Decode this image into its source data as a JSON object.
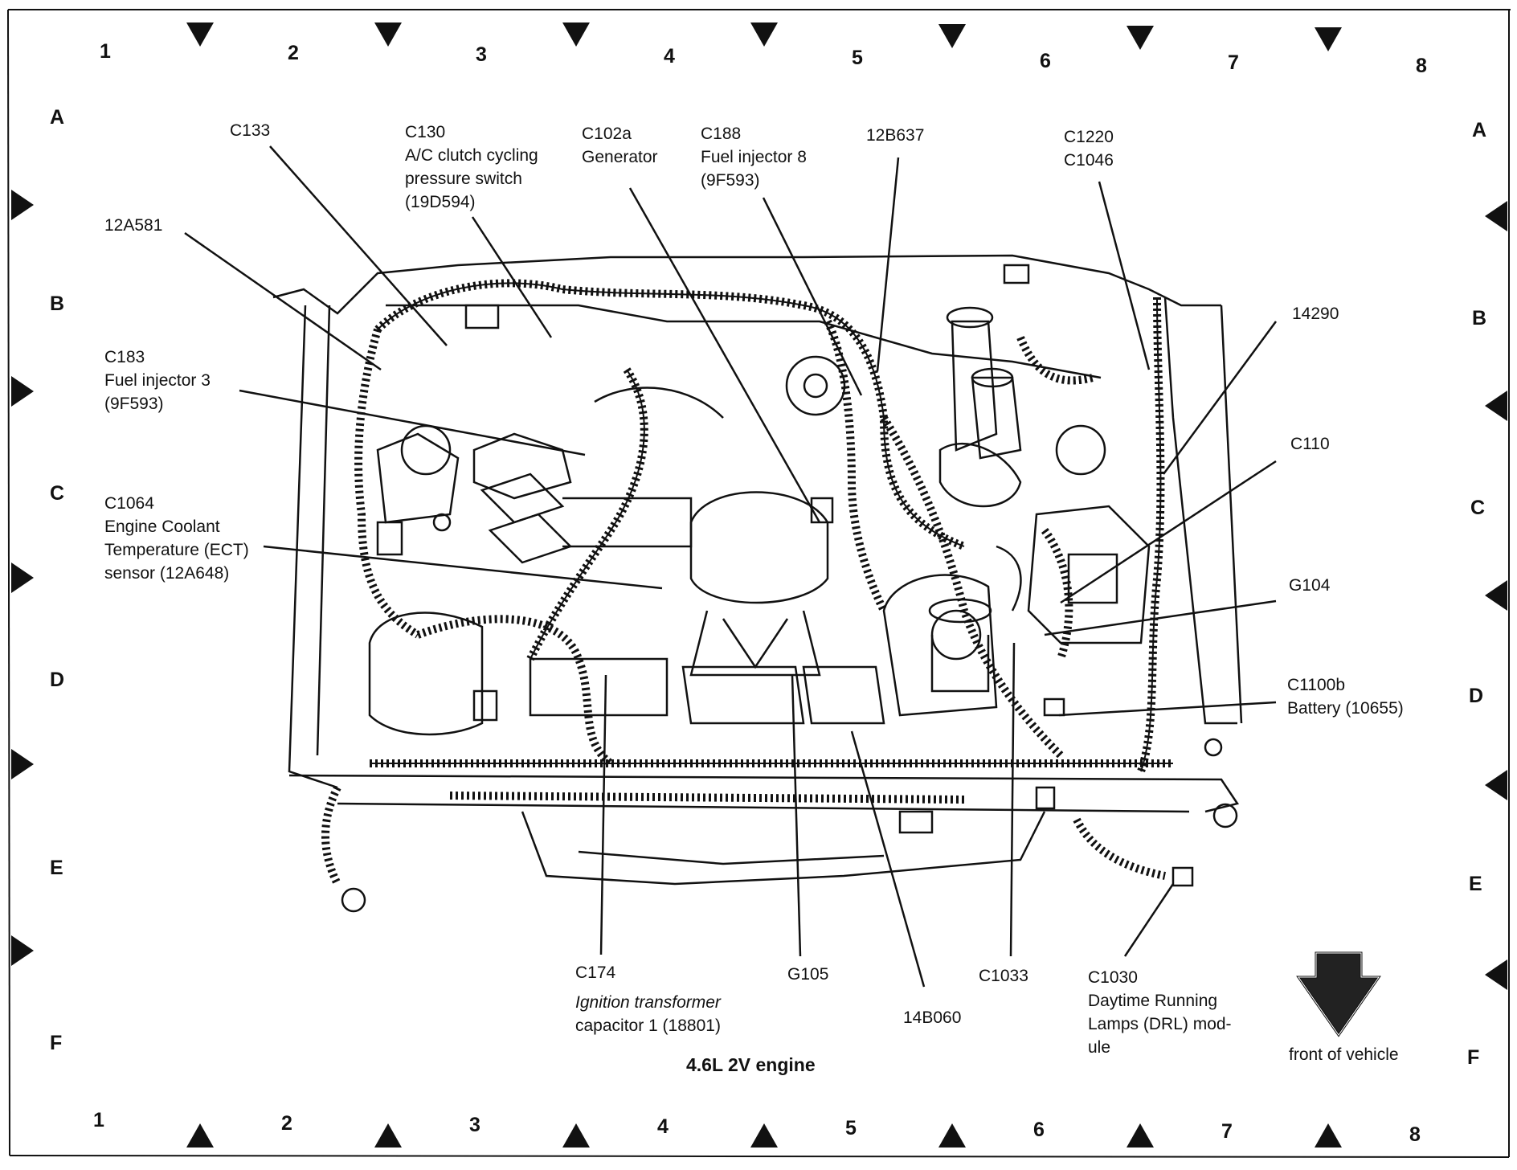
{
  "grid": {
    "columns": [
      "1",
      "2",
      "3",
      "4",
      "5",
      "6",
      "7",
      "8"
    ],
    "rows": [
      "A",
      "B",
      "C",
      "D",
      "E",
      "F"
    ]
  },
  "labels": {
    "c133": [
      "C133"
    ],
    "c130": [
      "C130",
      "A/C clutch cycling",
      "pressure switch",
      "(19D594)"
    ],
    "c102a": [
      "C102a",
      "Generator"
    ],
    "c188": [
      "C188",
      "Fuel injector 8",
      "(9F593)"
    ],
    "b637": [
      "12B637"
    ],
    "c1220": [
      "C1220",
      "C1046"
    ],
    "a581": [
      "12A581"
    ],
    "c183": [
      "C183",
      "Fuel injector 3",
      "(9F593)"
    ],
    "c1064": [
      "C1064",
      "Engine Coolant",
      "Temperature (ECT)",
      "sensor (12A648)"
    ],
    "n14290": [
      "14290"
    ],
    "c110": [
      "C110"
    ],
    "g104": [
      "G104"
    ],
    "c1100b": [
      "C1100b",
      "Battery (10655)"
    ],
    "c174": [
      "C174",
      "",
      "Ignition transformer",
      "capacitor 1 (18801)"
    ],
    "g105": [
      "G105"
    ],
    "b060": [
      "14B060"
    ],
    "c1033": [
      "C1033"
    ],
    "c1030": [
      "C1030",
      "Daytime Running",
      "Lamps (DRL) mod-",
      "ule"
    ],
    "front": [
      "front of vehicle"
    ]
  },
  "caption": "4.6L 2V engine"
}
